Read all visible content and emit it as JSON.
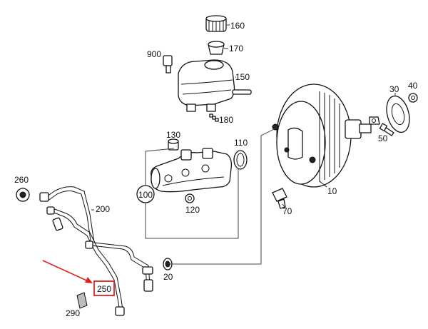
{
  "callouts": {
    "c160": "160",
    "c170": "170",
    "c900": "900",
    "c150": "150",
    "c180": "180",
    "c30": "30",
    "c40": "40",
    "c50": "50",
    "c130": "130",
    "c110": "110",
    "c100": "100",
    "c120": "120",
    "c10": "10",
    "c70": "70",
    "c260": "260",
    "c200": "200",
    "c20": "20",
    "c250": "250",
    "c290": "290"
  },
  "highlight": {
    "color": "#e02020",
    "target": "250"
  }
}
